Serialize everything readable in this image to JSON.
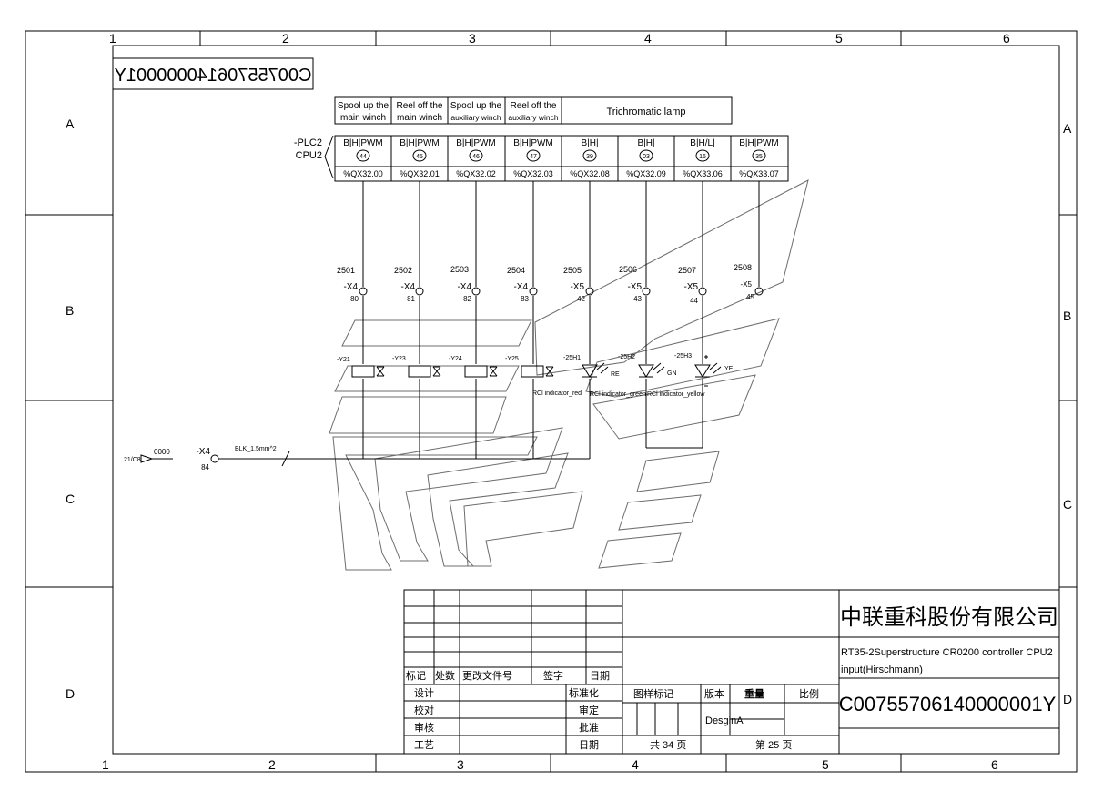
{
  "sheet": {
    "col_numbers": [
      "1",
      "2",
      "3",
      "4",
      "5",
      "6"
    ],
    "row_letters": [
      "A",
      "B",
      "C",
      "D"
    ],
    "code_mirrored": "C00755706140000001Y"
  },
  "functions": [
    {
      "l1": "Spool up the",
      "l2": "main winch"
    },
    {
      "l1": "Reel off the",
      "l2": "main winch"
    },
    {
      "l1": "Spool up the",
      "l2": "auxiliary winch"
    },
    {
      "l1": "Reel off the",
      "l2": "auxiliary winch"
    }
  ],
  "lamp_group": "Trichromatic lamp",
  "plc": {
    "name": "-PLC2",
    "cpu": "CPU2"
  },
  "channels": [
    {
      "type": "B|H|PWM",
      "num": "44",
      "addr": "%QX32.00"
    },
    {
      "type": "B|H|PWM",
      "num": "45",
      "addr": "%QX32.01"
    },
    {
      "type": "B|H|PWM",
      "num": "46",
      "addr": "%QX32.02"
    },
    {
      "type": "B|H|PWM",
      "num": "47",
      "addr": "%QX32.03"
    },
    {
      "type": "B|H|",
      "num": "39",
      "addr": "%QX32.08"
    },
    {
      "type": "B|H|",
      "num": "03",
      "addr": "%QX32.09"
    },
    {
      "type": "B|H/L|",
      "num": "16",
      "addr": "%QX33.06"
    },
    {
      "type": "B|H|PWM",
      "num": "35",
      "addr": "%QX33.07"
    }
  ],
  "terminals": [
    {
      "wire": "2501",
      "tag": "-X4",
      "pin": "80"
    },
    {
      "wire": "2502",
      "tag": "-X4",
      "pin": "81"
    },
    {
      "wire": "2503",
      "tag": "-X4",
      "pin": "82"
    },
    {
      "wire": "2504",
      "tag": "-X4",
      "pin": "83"
    },
    {
      "wire": "2505",
      "tag": "-X5",
      "pin": "42"
    },
    {
      "wire": "2506",
      "tag": "-X5",
      "pin": "43"
    },
    {
      "wire": "2507",
      "tag": "-X5",
      "pin": "44"
    },
    {
      "wire": "2508",
      "tag": "-X5",
      "pin": "45"
    }
  ],
  "valves": [
    "-Y21",
    "-Y23",
    "-Y24",
    "-Y25"
  ],
  "lamps": [
    {
      "tag": "-25H1",
      "color": "RE",
      "desc": "RCl indicator_red"
    },
    {
      "tag": "-25H2",
      "color": "GN",
      "desc": "RCl indicator_green"
    },
    {
      "tag": "-25H3",
      "color": "YE",
      "desc": "RCl indicator_yellow"
    }
  ],
  "ground": {
    "ref": "21/C8",
    "sig": "0000",
    "tag": "-X4",
    "pin": "84",
    "cable": "BLK_1.5mm^2"
  },
  "title_block": {
    "company": "中联重科股份有限公司",
    "drawing_title_1": "RT35-2Superstructure CR0200 controller CPU2",
    "drawing_title_2": "input(Hirschmann)",
    "drawing_no": "C00755706140000001Y",
    "rev_headers": [
      "标记",
      "处数",
      "更改文件号",
      "签字",
      "日期"
    ],
    "roles_left": [
      "设计",
      "校对",
      "审核",
      "工艺"
    ],
    "roles_right": [
      "标准化",
      "审定",
      "批准",
      "日期"
    ],
    "attr_headers": [
      "图样标记",
      "版本",
      "重量",
      "比例"
    ],
    "version": "DesginA",
    "total_pages": "共  34  页",
    "page_no": "第  25  页"
  }
}
